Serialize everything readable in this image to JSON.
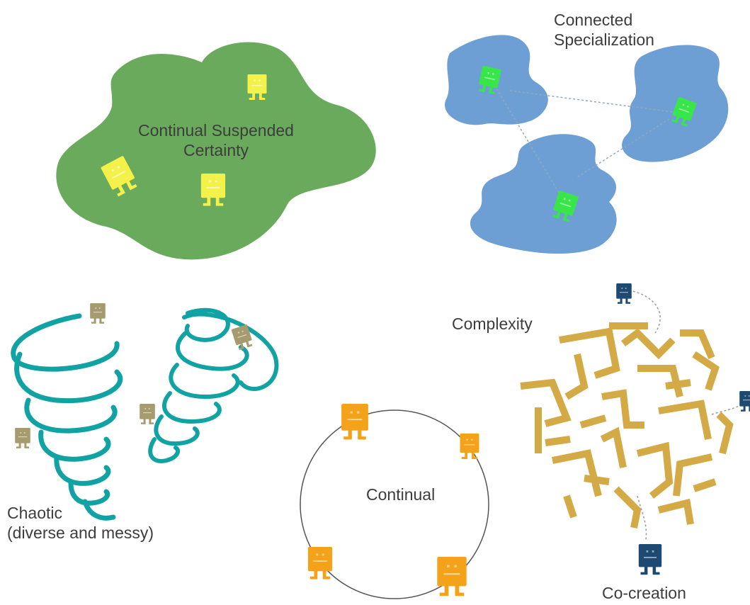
{
  "quadrants": {
    "suspended": {
      "label_line1": "Continual Suspended",
      "label_line2": "Certainty",
      "blob_color": "#6aaa5c",
      "figure_color": "#f3f14a"
    },
    "connected": {
      "label_line1": "Connected",
      "label_line2": "Specialization",
      "blob_color": "#6d9fd4",
      "figure_color": "#39e64a"
    },
    "chaotic": {
      "label_line1": "Chaotic",
      "label_line2": "(diverse and messy)",
      "spiral_color": "#11a3a3",
      "figure_color": "#a59b6f"
    },
    "continual": {
      "label": "Continual",
      "figure_color": "#f4a21a"
    },
    "complexity": {
      "label": "Complexity",
      "maze_color": "#d3aa45",
      "figure_color": "#1e4a72"
    },
    "cocreation": {
      "label": "Co-creation"
    }
  }
}
